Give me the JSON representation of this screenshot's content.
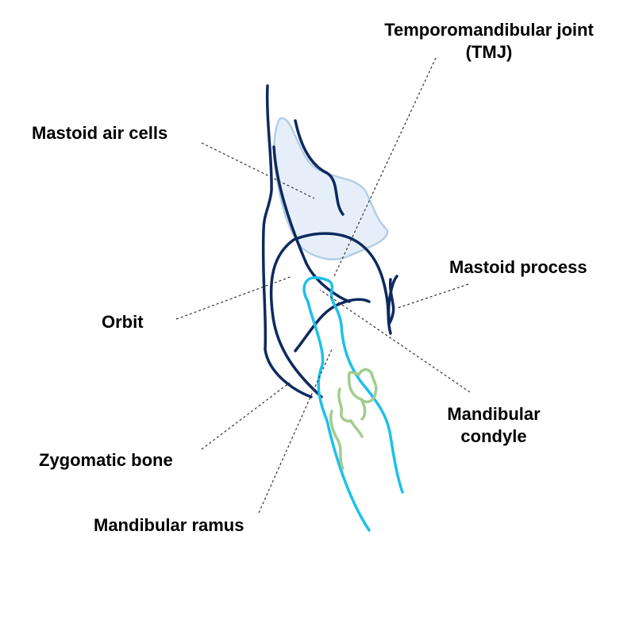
{
  "labels": {
    "tmj_line1": "Temporomandibular joint",
    "tmj_line2": "(TMJ)",
    "mastoid_air_cells": "Mastoid air cells",
    "mastoid_process": "Mastoid process",
    "orbit": "Orbit",
    "mandibular_condyle_line1": "Mandibular",
    "mandibular_condyle_line2": "condyle",
    "zygomatic_bone": "Zygomatic bone",
    "mandibular_ramus": "Mandibular ramus"
  },
  "colors": {
    "navy_outline": "#0d2a5e",
    "cyan_mandible": "#1ec0ea",
    "green_vertebra": "#a3cc8e",
    "air_cells_fill": "#e6eff9",
    "air_cells_stroke": "#b3cde8",
    "leader_line": "#333333"
  }
}
